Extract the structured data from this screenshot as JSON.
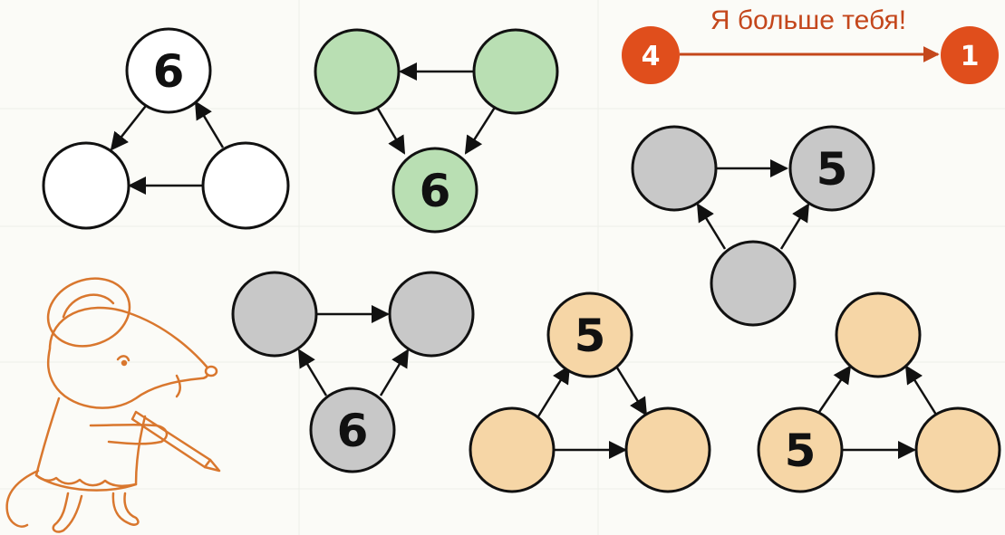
{
  "colors": {
    "white": "#ffffff",
    "green": "#b9dfb3",
    "gray": "#c8c8c8",
    "peach": "#f6d6a6",
    "accent": "#e04e1c",
    "mouse": "#d9772e"
  },
  "legend": {
    "left_number": "4",
    "right_number": "1",
    "caption": "Я больше тебя!"
  },
  "puzzles": {
    "white_triangle": {
      "top": "6"
    },
    "green_triangle": {
      "bottom": "6"
    },
    "gray_triangle_right": {
      "right": "5"
    },
    "gray_triangle_left": {
      "bottom": "6"
    },
    "peach_triangle_left": {
      "top": "5"
    },
    "peach_triangle_right": {
      "left": "5"
    }
  }
}
